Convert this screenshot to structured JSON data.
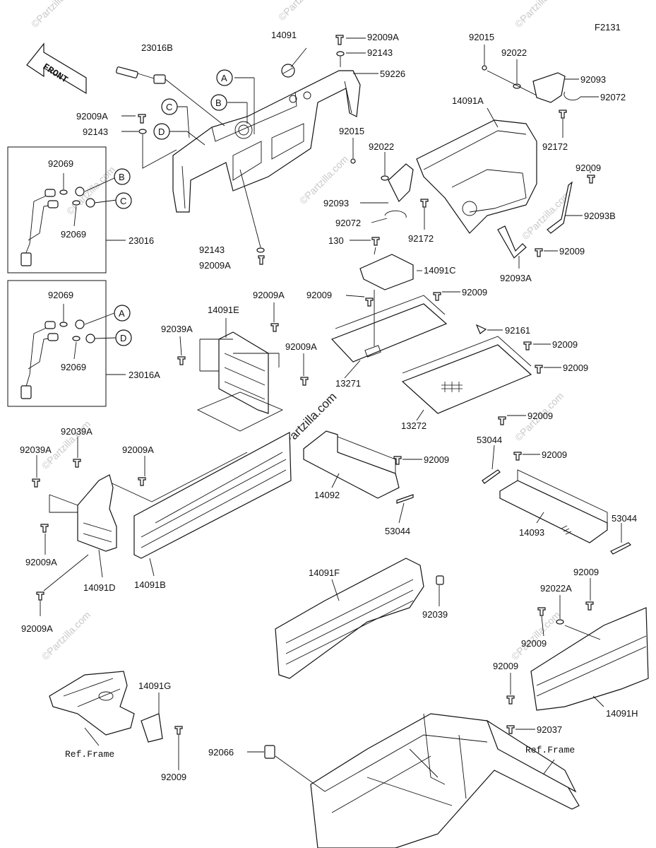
{
  "diagram_code": "F2131",
  "front_label": "FRONT",
  "watermark": "©Partzilla.com",
  "callouts": {
    "a": "A",
    "b": "B",
    "c": "C",
    "d": "D"
  },
  "labels": {
    "p23016B": "23016B",
    "p14091_top": "14091",
    "p92009A_t1": "92009A",
    "p92143_t1": "92143",
    "p59226": "59226",
    "p92015_a": "92015",
    "p92022_a": "92022",
    "p92093_a": "92093",
    "p92072_a": "92072",
    "p14091A": "14091A",
    "p92172_a": "92172",
    "p92009A_l": "92009A",
    "p92143_l": "92143",
    "p92015_b": "92015",
    "p92022_b": "92022",
    "p92009_r1": "92009",
    "p92093_b": "92093",
    "p92093B": "92093B",
    "p92072_b": "92072",
    "p92172_b": "92172",
    "p92069_1": "92069",
    "p92069_2": "92069",
    "p23016": "23016",
    "p92143_m": "92143",
    "p92009A_m": "92009A",
    "p130": "130",
    "p14091C": "14091C",
    "p92009_r2": "92009",
    "p92093A": "92093A",
    "p92069_3": "92069",
    "p92069_4": "92069",
    "p23016A": "23016A",
    "p92009A_e": "92009A",
    "p14091E": "14091E",
    "p92039A_e": "92039A",
    "p92009A_e2": "92009A",
    "p92009_c1": "92009",
    "p92009_c2": "92009",
    "p92161": "92161",
    "p92009_c3": "92009",
    "p92009_c4": "92009",
    "p13271": "13271",
    "p13272": "13272",
    "p92009_c5": "92009",
    "p92039A_1": "92039A",
    "p92039A_2": "92039A",
    "p92009A_b": "92009A",
    "p92009_d1": "92009",
    "p53044_1": "53044",
    "p92009_d2": "92009",
    "p14092": "14092",
    "p53044_2": "53044",
    "p14093": "14093",
    "p53044_3": "53044",
    "p92009A_d": "92009A",
    "p14091D": "14091D",
    "p14091B": "14091B",
    "p92009A_f": "92009A",
    "p14091F": "14091F",
    "p92039": "92039",
    "p92009_h1": "92009",
    "p92022A": "92022A",
    "p92009_h2": "92009",
    "p92009_h3": "92009",
    "p14091H": "14091H",
    "p14091G": "14091G",
    "p92009_g": "92009",
    "p92037": "92037",
    "p92066": "92066",
    "ref_frame_1": "Ref.Frame",
    "ref_frame_2": "Ref.Frame"
  }
}
